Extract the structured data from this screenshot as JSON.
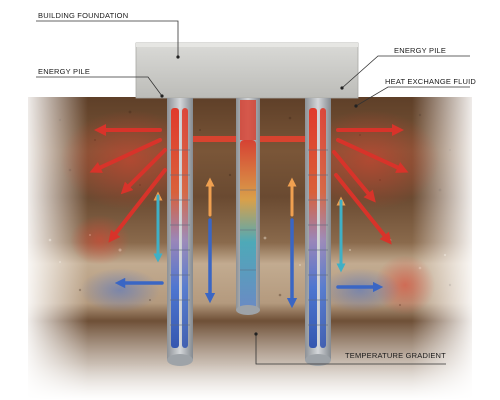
{
  "labels": {
    "building_foundation": "BUILDING FOUNDATION",
    "energy_pile_left": "ENERGY PILE",
    "energy_pile_right": "ENERGY PILE",
    "heat_exchange_fluid": "HEAT EXCHANGE FLUID",
    "temperature_gradient": "TEMPERATURE GRADIENT"
  },
  "colors": {
    "hot": "#d8332a",
    "cold": "#3a66c4",
    "concrete": "#cfcfcc",
    "soil_dark": "#6b4a30",
    "gravel": "#b59a7e"
  }
}
